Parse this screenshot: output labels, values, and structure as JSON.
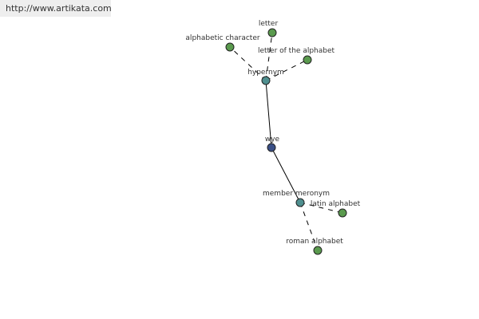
{
  "banner": {
    "url": "http://www.artikata.com"
  },
  "colors": {
    "center": "#3a4f86",
    "relation": "#4f8f8f",
    "leaf": "#5a9a4e",
    "edge": "#000000",
    "stroke": "#222222"
  },
  "graph": {
    "nodes": [
      {
        "id": "wye",
        "label": "wye",
        "kind": "center"
      },
      {
        "id": "hypernym",
        "label": "hypernym",
        "kind": "relation"
      },
      {
        "id": "member-meronym",
        "label": "member meronym",
        "kind": "relation"
      },
      {
        "id": "letter",
        "label": "letter",
        "kind": "leaf"
      },
      {
        "id": "alphabetic-character",
        "label": "alphabetic character",
        "kind": "leaf"
      },
      {
        "id": "letter-of-the-alphabet",
        "label": "letter of the alphabet",
        "kind": "leaf"
      },
      {
        "id": "latin-alphabet",
        "label": "latin alphabet",
        "kind": "leaf"
      },
      {
        "id": "roman-alphabet",
        "label": "roman alphabet",
        "kind": "leaf"
      }
    ],
    "edges": [
      {
        "from": "wye",
        "to": "hypernym",
        "style": "solid"
      },
      {
        "from": "wye",
        "to": "member-meronym",
        "style": "solid"
      },
      {
        "from": "hypernym",
        "to": "letter",
        "style": "dashed"
      },
      {
        "from": "hypernym",
        "to": "alphabetic-character",
        "style": "dashed"
      },
      {
        "from": "hypernym",
        "to": "letter-of-the-alphabet",
        "style": "dashed"
      },
      {
        "from": "member-meronym",
        "to": "latin-alphabet",
        "style": "dashed"
      },
      {
        "from": "member-meronym",
        "to": "roman-alphabet",
        "style": "dashed"
      }
    ]
  }
}
